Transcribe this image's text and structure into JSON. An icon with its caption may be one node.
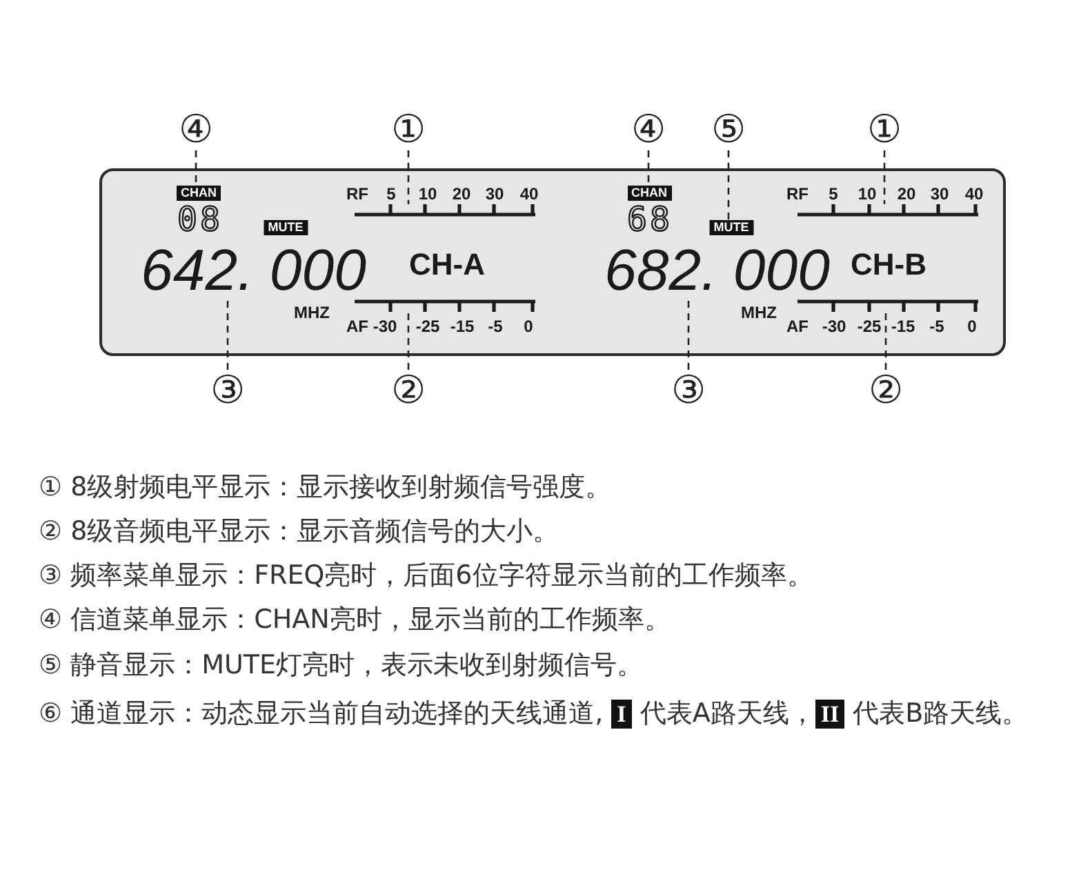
{
  "diagram": {
    "nodes": [
      {
        "text": [
          "④"
        ]
      },
      {
        "text": [
          "①"
        ]
      },
      {
        "text": [
          "④"
        ]
      },
      {
        "text": [
          "⑤"
        ]
      },
      {
        "text": [
          "①"
        ]
      },
      {
        "text": [
          "RF",
          "5",
          "10",
          "20",
          "30",
          "40",
          "08",
          "CH-A",
          "MHZ",
          "AF",
          "-30",
          "-25",
          "-15",
          "-5",
          "0",
          "RF",
          "5",
          "10",
          "20",
          "30",
          "40",
          "68",
          "CH-B",
          "MHZ",
          "AF",
          "-30",
          "-25",
          "-15",
          "-5",
          "0"
        ]
      },
      {
        "text": [
          "CHAN"
        ],
        "in": 5
      },
      {
        "text": [
          "MUTE"
        ],
        "in": 5
      },
      {
        "text": [],
        "shape": "bar",
        "in": 5
      },
      {
        "text": [
          "642. 000"
        ],
        "in": 5
      },
      {
        "text": [],
        "shape": "bar",
        "in": 5
      },
      {
        "text": [
          "CHAN"
        ],
        "in": 5
      },
      {
        "text": [
          "MUTE"
        ],
        "in": 5
      },
      {
        "text": [],
        "shape": "bar",
        "in": 5
      },
      {
        "text": [
          "682. 000"
        ],
        "in": 5
      },
      {
        "text": [],
        "shape": "bar",
        "in": 5
      },
      {
        "text": [
          "③"
        ]
      },
      {
        "text": [
          "②"
        ]
      },
      {
        "text": [
          "③"
        ]
      },
      {
        "text": [
          "②"
        ]
      }
    ],
    "edges": [
      {
        "from": 0,
        "to": 6,
        "arrow": "none",
        "style": "dashed"
      },
      {
        "from": 1,
        "to": 8,
        "arrow": "none",
        "style": "dashed"
      },
      {
        "from": 2,
        "to": 11,
        "arrow": "none",
        "style": "dashed"
      },
      {
        "from": 3,
        "to": 12,
        "arrow": "none",
        "style": "dashed"
      },
      {
        "from": 4,
        "to": 13,
        "arrow": "none",
        "style": "dashed"
      },
      {
        "from": 16,
        "to": 9,
        "arrow": "none",
        "style": "dashed"
      },
      {
        "from": 17,
        "to": 10,
        "arrow": "none",
        "style": "dashed"
      },
      {
        "from": 18,
        "to": 14,
        "arrow": "none",
        "style": "dashed"
      },
      {
        "from": 19,
        "to": 15,
        "arrow": "none",
        "style": "dashed"
      }
    ],
    "labels": [
      "① 8级射频电平显示：显示接收到射频信号强度。",
      "② 8级音频电平显示：显示音频信号的大小。",
      "③ 频率菜单显示：FREQ亮时，后面6位字符显示当前的工作频率。",
      "④ 信道菜单显示：CHAN亮时，显示当前的工作频率。",
      "⑤ 静音显示：MUTE灯亮时，表示未收到射频信号。",
      "⑥ 通道显示：动态显示当前自动选择的天线通道, **I** 代表A路天线，**II** 代表B路天线。"
    ]
  }
}
